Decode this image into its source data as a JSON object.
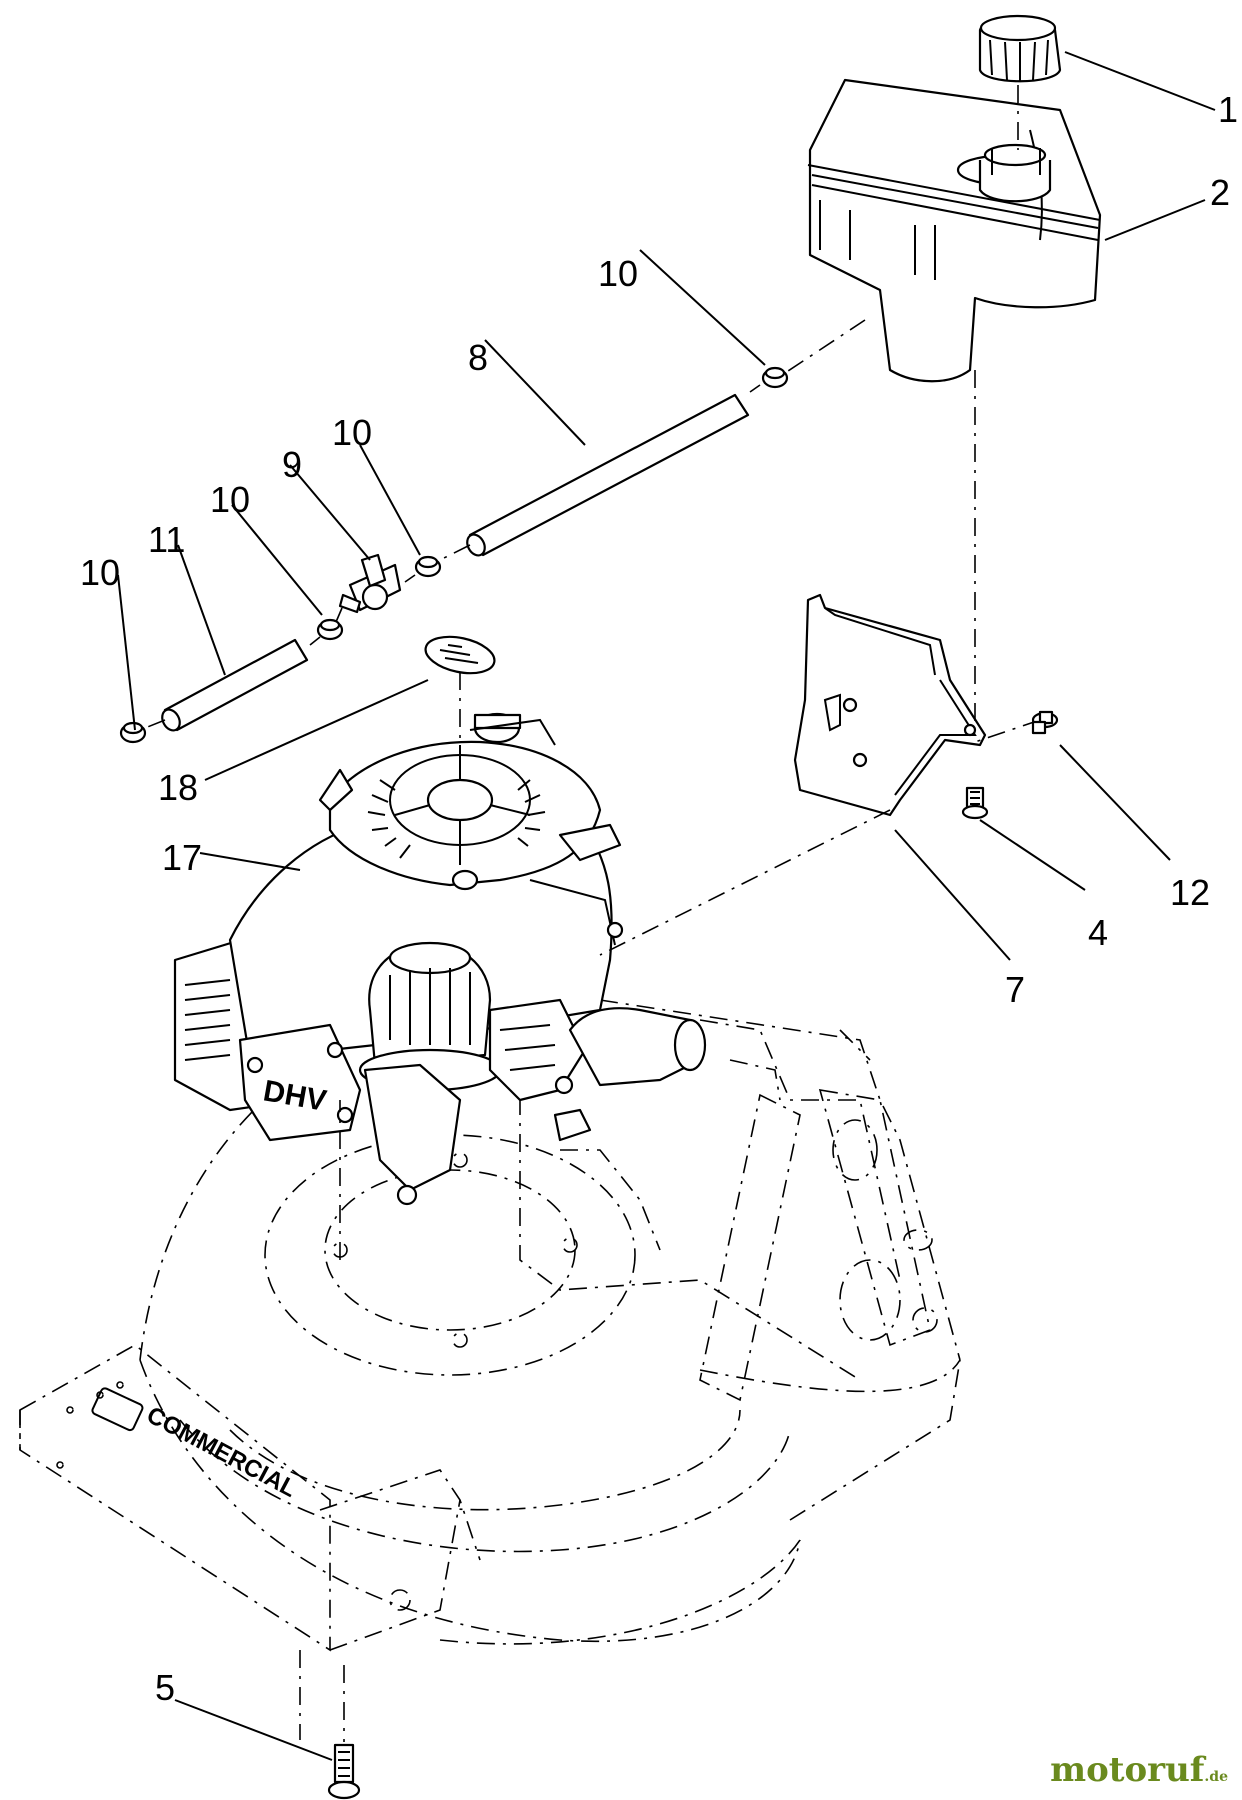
{
  "callouts": {
    "c1": "1",
    "c2": "2",
    "c4": "4",
    "c5": "5",
    "c7": "7",
    "c8": "8",
    "c9": "9",
    "c10a": "10",
    "c10b": "10",
    "c10c": "10",
    "c10d": "10",
    "c11": "11",
    "c12": "12",
    "c17": "17",
    "c18": "18"
  },
  "deck_brand_text": "COMMERCIAL",
  "engine_brand_text": "DHV",
  "watermark": {
    "main": "motoruf",
    "suffix": ".de"
  },
  "colors": {
    "line": "#000000",
    "background": "#ffffff",
    "watermark": "#6a8a1e"
  }
}
